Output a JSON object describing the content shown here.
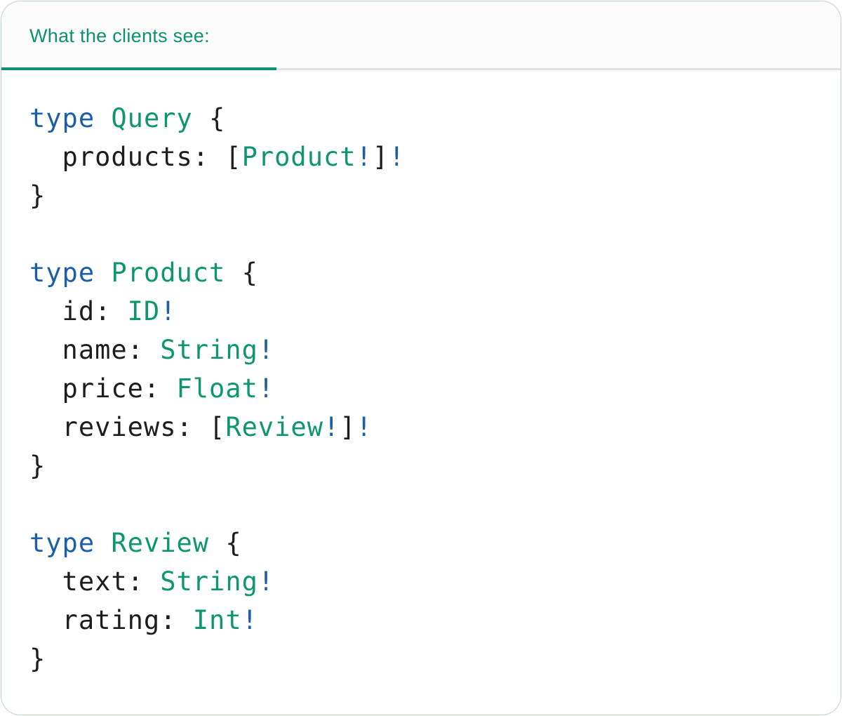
{
  "header": {
    "tab_label": "What the clients see:"
  },
  "code": {
    "lines": [
      [
        {
          "c": "keyword",
          "t": "type"
        },
        {
          "c": "plain",
          "t": " "
        },
        {
          "c": "typename",
          "t": "Query"
        },
        {
          "c": "plain",
          "t": " {"
        }
      ],
      [
        {
          "c": "plain",
          "t": "  products: ["
        },
        {
          "c": "typename",
          "t": "Product"
        },
        {
          "c": "bang",
          "t": "!"
        },
        {
          "c": "plain",
          "t": "]"
        },
        {
          "c": "bang",
          "t": "!"
        }
      ],
      [
        {
          "c": "plain",
          "t": "}"
        }
      ],
      [],
      [
        {
          "c": "keyword",
          "t": "type"
        },
        {
          "c": "plain",
          "t": " "
        },
        {
          "c": "typename",
          "t": "Product"
        },
        {
          "c": "plain",
          "t": " {"
        }
      ],
      [
        {
          "c": "plain",
          "t": "  id: "
        },
        {
          "c": "typename",
          "t": "ID"
        },
        {
          "c": "bang",
          "t": "!"
        }
      ],
      [
        {
          "c": "plain",
          "t": "  name: "
        },
        {
          "c": "typename",
          "t": "String"
        },
        {
          "c": "bang",
          "t": "!"
        }
      ],
      [
        {
          "c": "plain",
          "t": "  price: "
        },
        {
          "c": "typename",
          "t": "Float"
        },
        {
          "c": "bang",
          "t": "!"
        }
      ],
      [
        {
          "c": "plain",
          "t": "  reviews: ["
        },
        {
          "c": "typename",
          "t": "Review"
        },
        {
          "c": "bang",
          "t": "!"
        },
        {
          "c": "plain",
          "t": "]"
        },
        {
          "c": "bang",
          "t": "!"
        }
      ],
      [
        {
          "c": "plain",
          "t": "}"
        }
      ],
      [],
      [
        {
          "c": "keyword",
          "t": "type"
        },
        {
          "c": "plain",
          "t": " "
        },
        {
          "c": "typename",
          "t": "Review"
        },
        {
          "c": "plain",
          "t": " {"
        }
      ],
      [
        {
          "c": "plain",
          "t": "  text: "
        },
        {
          "c": "typename",
          "t": "String"
        },
        {
          "c": "bang",
          "t": "!"
        }
      ],
      [
        {
          "c": "plain",
          "t": "  rating: "
        },
        {
          "c": "typename",
          "t": "Int"
        },
        {
          "c": "bang",
          "t": "!"
        }
      ],
      [
        {
          "c": "plain",
          "t": "}"
        }
      ]
    ]
  },
  "colors": {
    "keyword_blue": "#1b5fa9",
    "typename_teal": "#0d9670",
    "text_dark": "#1d1d1d",
    "accent_teal": "#0e9170",
    "divider_gray": "#e2e2e2",
    "card_border_green": "#b7d6bd",
    "header_background": "#fbfbfb"
  }
}
